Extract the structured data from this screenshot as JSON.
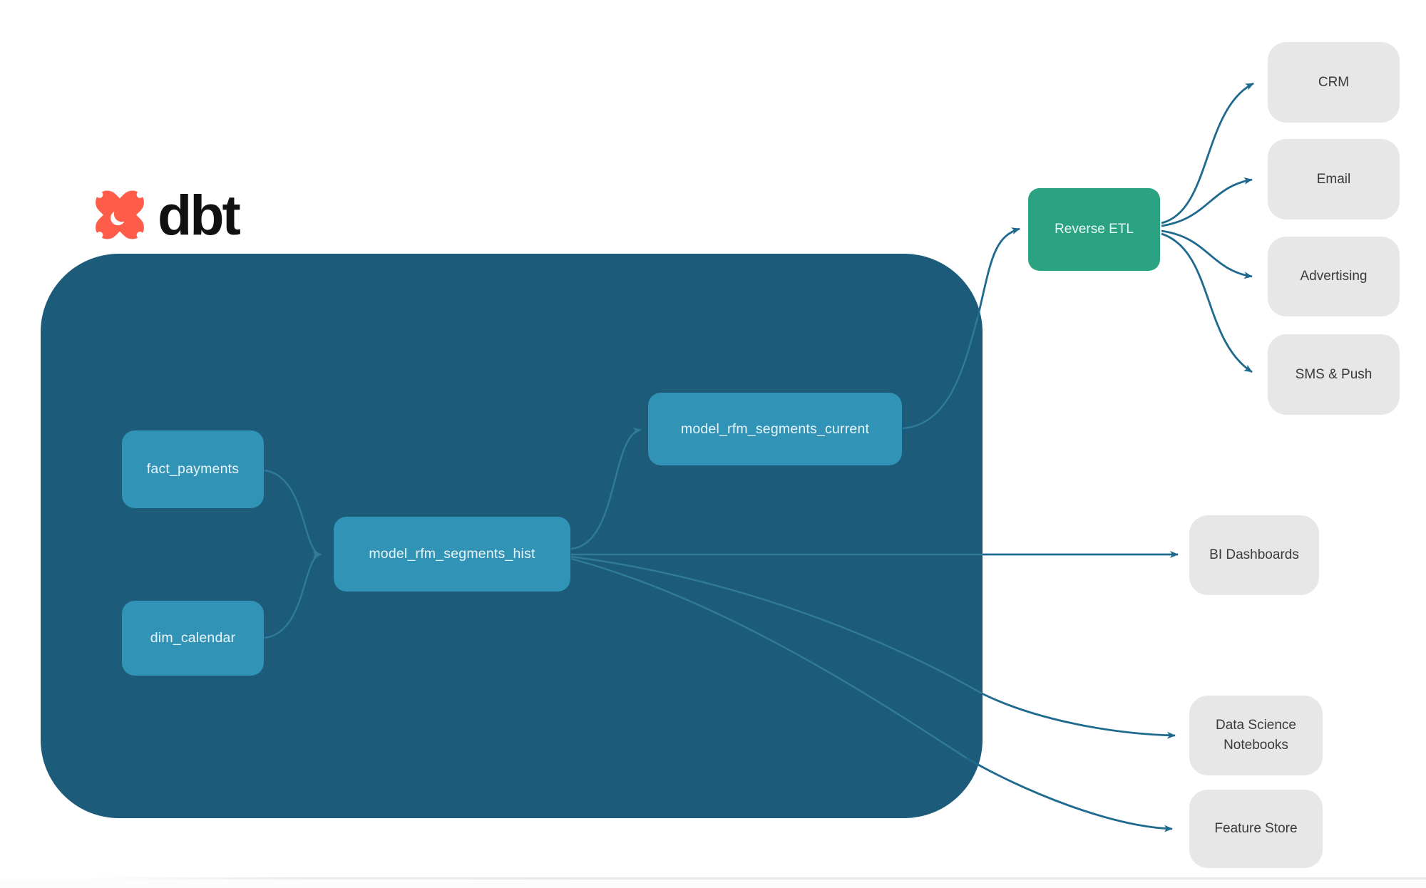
{
  "logo": {
    "brand": "dbt",
    "accent_color": "#ff5c49"
  },
  "warehouse": {
    "bg_color": "#1d5b7a",
    "node_color": "#3193b5",
    "nodes": [
      {
        "id": "fact_payments",
        "label": "fact_payments"
      },
      {
        "id": "dim_calendar",
        "label": "dim_calendar"
      },
      {
        "id": "model_rfm_segments_hist",
        "label": "model_rfm_segments_hist"
      },
      {
        "id": "model_rfm_segments_current",
        "label": "model_rfm_segments_current"
      }
    ]
  },
  "reverse_etl": {
    "label": "Reverse ETL",
    "color": "#2ba383"
  },
  "destinations": [
    {
      "id": "crm",
      "label": "CRM"
    },
    {
      "id": "email",
      "label": "Email"
    },
    {
      "id": "advertising",
      "label": "Advertising"
    },
    {
      "id": "sms_push",
      "label": "SMS & Push"
    },
    {
      "id": "bi_dashboards",
      "label": "BI Dashboards"
    },
    {
      "id": "ds_notebooks",
      "label": "Data Science Notebooks"
    },
    {
      "id": "feature_store",
      "label": "Feature Store"
    }
  ],
  "edges": [
    {
      "from": "fact_payments",
      "to": "model_rfm_segments_hist"
    },
    {
      "from": "dim_calendar",
      "to": "model_rfm_segments_hist"
    },
    {
      "from": "model_rfm_segments_hist",
      "to": "model_rfm_segments_current"
    },
    {
      "from": "model_rfm_segments_current",
      "to": "reverse_etl"
    },
    {
      "from": "reverse_etl",
      "to": "crm"
    },
    {
      "from": "reverse_etl",
      "to": "email"
    },
    {
      "from": "reverse_etl",
      "to": "advertising"
    },
    {
      "from": "reverse_etl",
      "to": "sms_push"
    },
    {
      "from": "model_rfm_segments_hist",
      "to": "bi_dashboards"
    },
    {
      "from": "model_rfm_segments_hist",
      "to": "ds_notebooks"
    },
    {
      "from": "model_rfm_segments_hist",
      "to": "feature_store"
    }
  ],
  "colors": {
    "edge_exterior": "#1e6a8e",
    "edge_interior": "#2f7b99",
    "destination_bg": "#e7e7e7",
    "destination_text": "#3a3a3a"
  }
}
